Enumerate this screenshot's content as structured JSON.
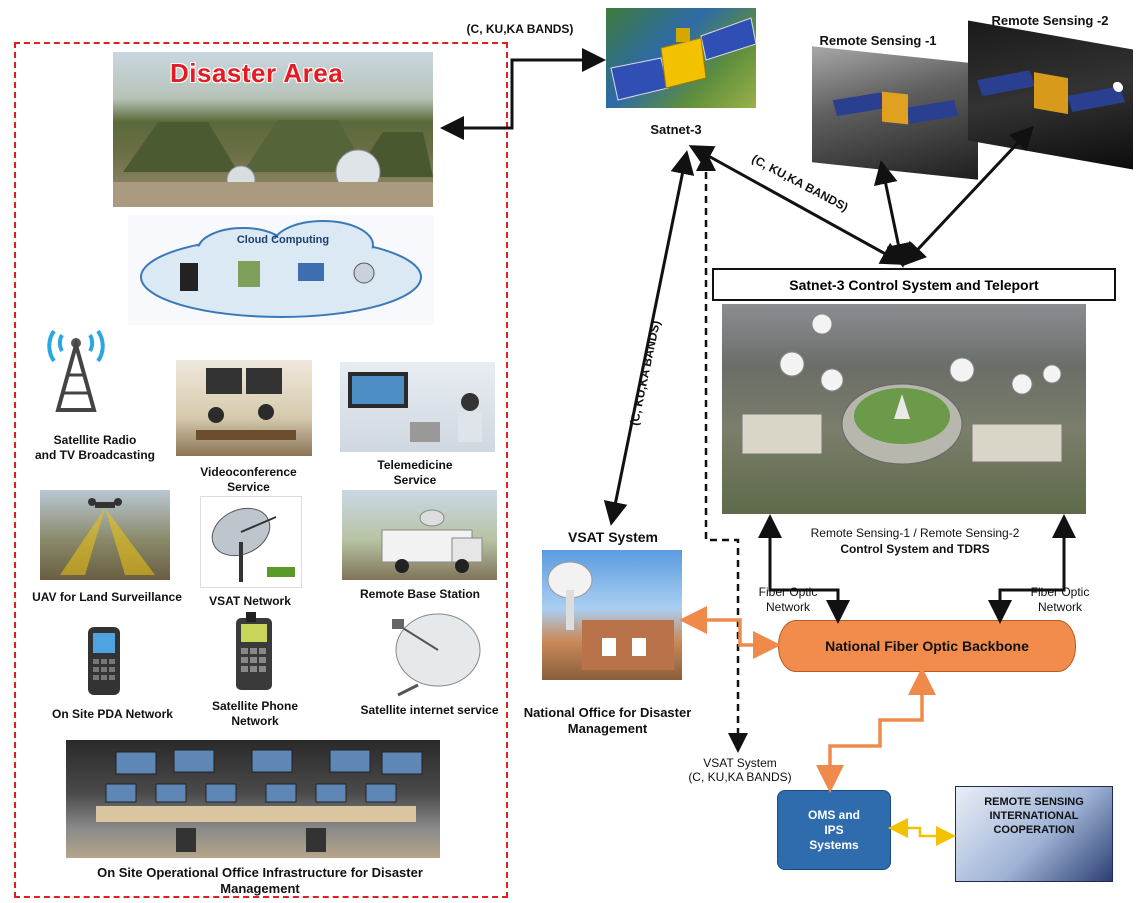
{
  "diagram": {
    "disaster_area_title": "Disaster Area",
    "cloud_title": "Cloud Computing",
    "left_services": {
      "satellite_radio_line1": "Satellite Radio",
      "satellite_radio_line2": "and TV Broadcasting",
      "videoconference_line1": "Videoconference",
      "videoconference_line2": "Service",
      "telemedicine_line1": "Telemedicine",
      "telemedicine_line2": "Service",
      "uav": "UAV for Land Surveillance",
      "vsat_network": "VSAT Network",
      "remote_base_station": "Remote Base Station",
      "pda": "On Site PDA Network",
      "sat_phone_line1": "Satellite Phone",
      "sat_phone_line2": "Network",
      "sat_internet": "Satellite internet service",
      "ops_office_line1": "On Site Operational Office Infrastructure for Disaster",
      "ops_office_line2": "Management"
    },
    "bands_top": "(C, KU,KA BANDS)",
    "bands_diag": "(C, KU,KA BANDS)",
    "bands_vertical": "(C, KU,KA BANDS)",
    "satnet3": "Satnet-3",
    "remote_sensing_1": "Remote Sensing -1",
    "remote_sensing_2": "Remote Sensing -2",
    "control_system": "Satnet-3 Control System and Teleport",
    "rs_control_line1": "Remote Sensing-1 / Remote Sensing-2",
    "rs_control_line2": "Control System and TDRS",
    "vsat_system": "VSAT System",
    "fiber_left_line1": "Fiber Optic",
    "fiber_left_line2": "Network",
    "fiber_right_line1": "Fiber Optic",
    "fiber_right_line2": "Network",
    "backbone": "National Fiber Optic Backbone",
    "national_office_line1": "National Office for Disaster",
    "national_office_line2": "Management",
    "vsat_bands_line1": "VSAT System",
    "vsat_bands_line2": "(C, KU,KA BANDS)",
    "oms_line1": "OMS and",
    "oms_line2": "IPS",
    "oms_line3": "Systems",
    "intl_line1": "REMOTE SENSING",
    "intl_line2": "INTERNATIONAL",
    "intl_line3": "COOPERATION"
  },
  "colors": {
    "dashed_border": "#e02020",
    "backbone_fill": "#f28c4c",
    "oms_fill": "#2f6cae",
    "fiber_link": "#f08a4b",
    "cooperation_link": "#f2c200",
    "wireless_link": "#111111"
  },
  "icons": [
    "satellite-icon",
    "radio-tower-icon",
    "server-icon",
    "satellite-dish-icon",
    "pda-icon",
    "phone-icon"
  ]
}
